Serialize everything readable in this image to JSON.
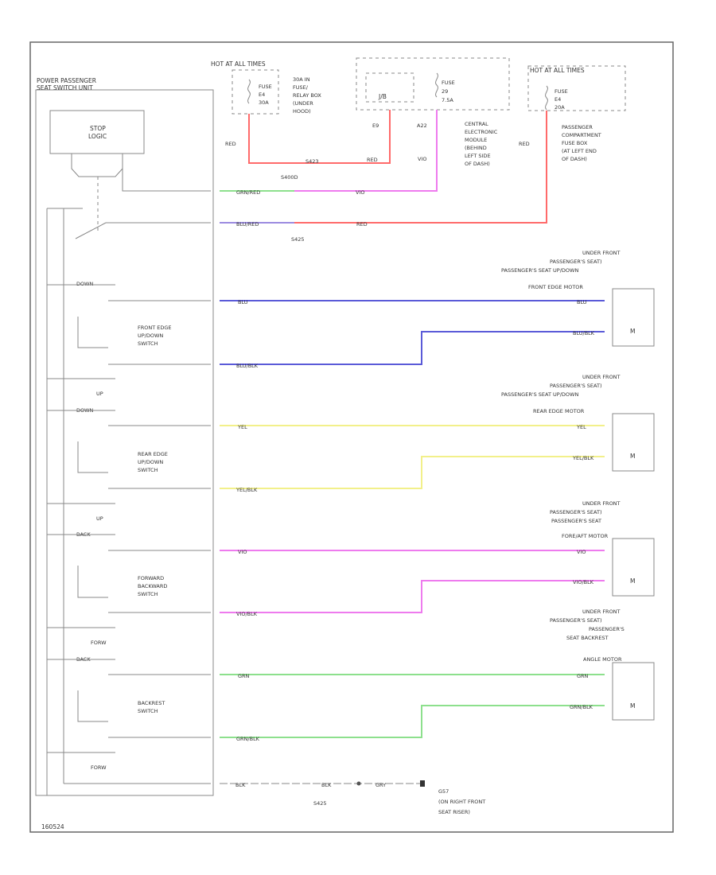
{
  "diagram_code": "160524",
  "unit_label": [
    "POWER PASSENGER",
    "SEAT SWITCH UNIT"
  ],
  "stop_logic": [
    "STOP",
    "LOGIC"
  ],
  "hot_left": {
    "title": "HOT AT ALL TIMES",
    "fuse": [
      "FUSE",
      "E4",
      "30A"
    ],
    "note": [
      "30A IN",
      "FUSE/",
      "RELAY BOX",
      "(UNDER",
      "HOOD)"
    ]
  },
  "cem_box": {
    "label": "J/B",
    "fuse": [
      "FUSE",
      "29",
      "7.5A"
    ]
  },
  "hot_right": {
    "title": "HOT AT ALL TIMES",
    "fuse": [
      "FUSE",
      "E4",
      "20A"
    ]
  },
  "central_module": [
    "CENTRAL",
    "ELECTRONIC",
    "MODULE",
    "(BEHIND",
    "LEFT SIDE",
    "OF DASH)"
  ],
  "pass_box": [
    "PASSENGER",
    "COMPARTMENT",
    "FUSE BOX",
    "(AT LEFT END",
    "OF DASH)"
  ],
  "wires": {
    "red": "RED",
    "vio": "VIO",
    "pin_e9": "E9",
    "pin_a22": "A22",
    "splice1": "S400D",
    "splice2": "S423",
    "splice3": "S425",
    "grn_red": "GRN/RED",
    "blu_red": "BLU/RED",
    "blu": "BLU",
    "blu_blk": "BLU/BLK",
    "yel": "YEL",
    "yel_blk": "YEL/BLK",
    "vio_blk": "VIO/BLK",
    "grn": "GRN",
    "grn_blk": "GRN/BLK",
    "blk": "BLK",
    "gry": "GRY"
  },
  "switches": {
    "front": {
      "top": "DOWN",
      "name": [
        "FRONT EDGE",
        "UP/DOWN",
        "SWITCH"
      ],
      "bottom": "UP"
    },
    "rear": {
      "top": "DOWN",
      "name": [
        "REAR EDGE",
        "UP/DOWN",
        "SWITCH"
      ],
      "bottom": "UP"
    },
    "forward": {
      "top": "BACK",
      "name": [
        "FORWARD",
        "BACKWARD",
        "SWITCH"
      ],
      "bottom": "FORW"
    },
    "backrest": {
      "top": "BACK",
      "name": [
        "BACKREST",
        "SWITCH"
      ],
      "bottom": "FORW"
    }
  },
  "motors": [
    {
      "label": [
        "UNDER FRONT",
        "PASSENGER'S SEAT)",
        "PASSENGER'S SEAT UP/DOWN",
        "FRONT EDGE MOTOR"
      ]
    },
    {
      "label": [
        "UNDER FRONT",
        "PASSENGER'S SEAT)",
        "PASSENGER'S SEAT UP/DOWN",
        "REAR EDGE MOTOR"
      ]
    },
    {
      "label": [
        "UNDER FRONT",
        "PASSENGER'S SEAT)",
        "PASSENGER'S SEAT",
        "FORE/AFT MOTOR"
      ]
    },
    {
      "label": [
        "UNDER FRONT",
        "PASSENGER'S SEAT)",
        "PASSENGER'S",
        "SEAT BACKREST",
        "ANGLE MOTOR"
      ]
    }
  ],
  "motor_symbol": "M",
  "ground": [
    "G57",
    "(ON RIGHT FRONT",
    "SEAT RISER)"
  ],
  "colors": {
    "red": "#ff6a6a",
    "violet": "#ee7bee",
    "blue": "#5a5ad8",
    "yellow": "#f2f08a",
    "green": "#8de08d",
    "line": "#777777"
  }
}
